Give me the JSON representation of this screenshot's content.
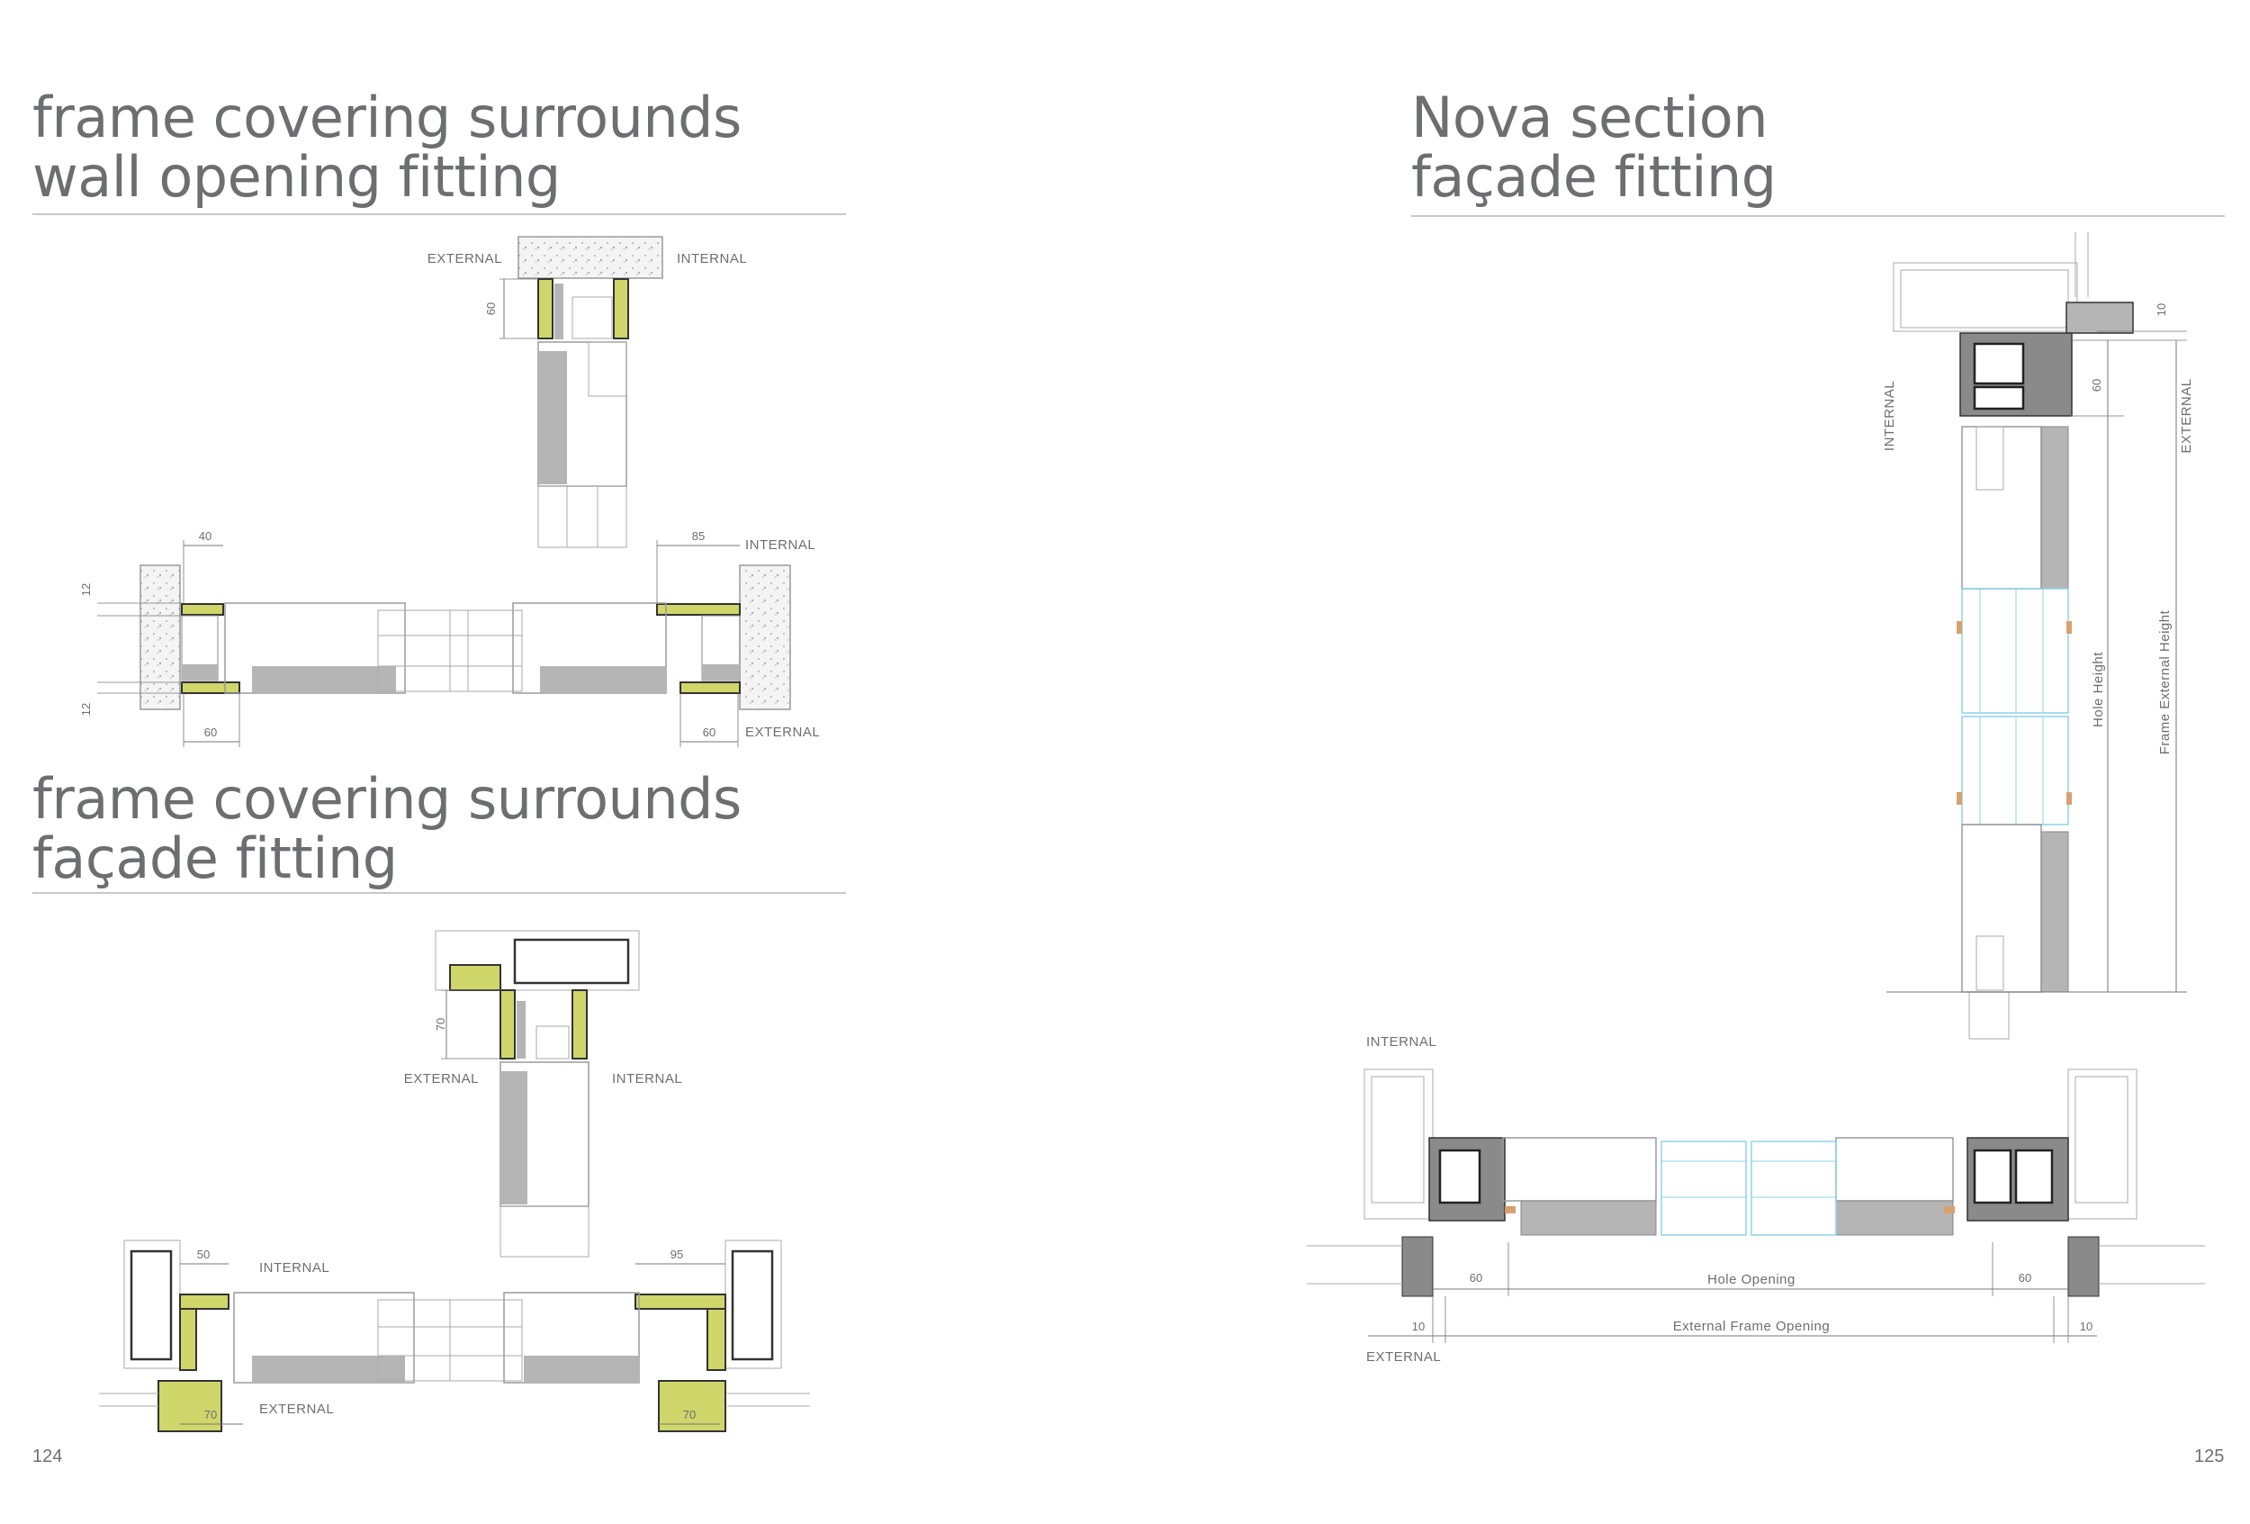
{
  "left_page": {
    "section1": {
      "title_line1": "frame covering surrounds",
      "title_line2": "wall opening fitting",
      "labels": {
        "external_top": "EXTERNAL",
        "internal_top": "INTERNAL",
        "internal_right": "INTERNAL",
        "external_right": "EXTERNAL"
      },
      "dims": {
        "d60_vertical": "60",
        "d40": "40",
        "d85": "85",
        "d12_top": "12",
        "d12_bottom": "12",
        "d60_left": "60",
        "d60_right": "60"
      }
    },
    "section2": {
      "title_line1": "frame covering surrounds",
      "title_line2": "façade fitting",
      "labels": {
        "external_top": "EXTERNAL",
        "internal_top": "INTERNAL",
        "internal_mid": "INTERNAL",
        "external_bottom": "EXTERNAL"
      },
      "dims": {
        "d70_vertical": "70",
        "d50": "50",
        "d95": "95",
        "d70_left": "70",
        "d70_right": "70"
      }
    },
    "page_number": "124"
  },
  "right_page": {
    "title_line1": "Nova section",
    "title_line2": "façade fitting",
    "labels": {
      "internal_vertical": "INTERNAL",
      "external_vertical": "EXTERNAL",
      "hole_height": "Hole Height",
      "frame_external_height": "Frame External Height",
      "internal_horizontal": "INTERNAL",
      "external_horizontal": "EXTERNAL",
      "hole_opening": "Hole Opening",
      "external_frame_opening": "External Frame Opening"
    },
    "dims": {
      "d10_top": "10",
      "d60_vertical": "60",
      "d60_left": "60",
      "d60_right": "60",
      "d10_left": "10",
      "d10_right": "10"
    },
    "page_number": "125"
  },
  "colors": {
    "text": "#6d6e71",
    "rule": "#c8c8c8",
    "insulation": "#cfd66a",
    "profile_grey": "#b5b5b5",
    "dark_grey": "#8a8a8a",
    "glass_blue": "#8fd3e8",
    "copper": "#d9a070"
  }
}
